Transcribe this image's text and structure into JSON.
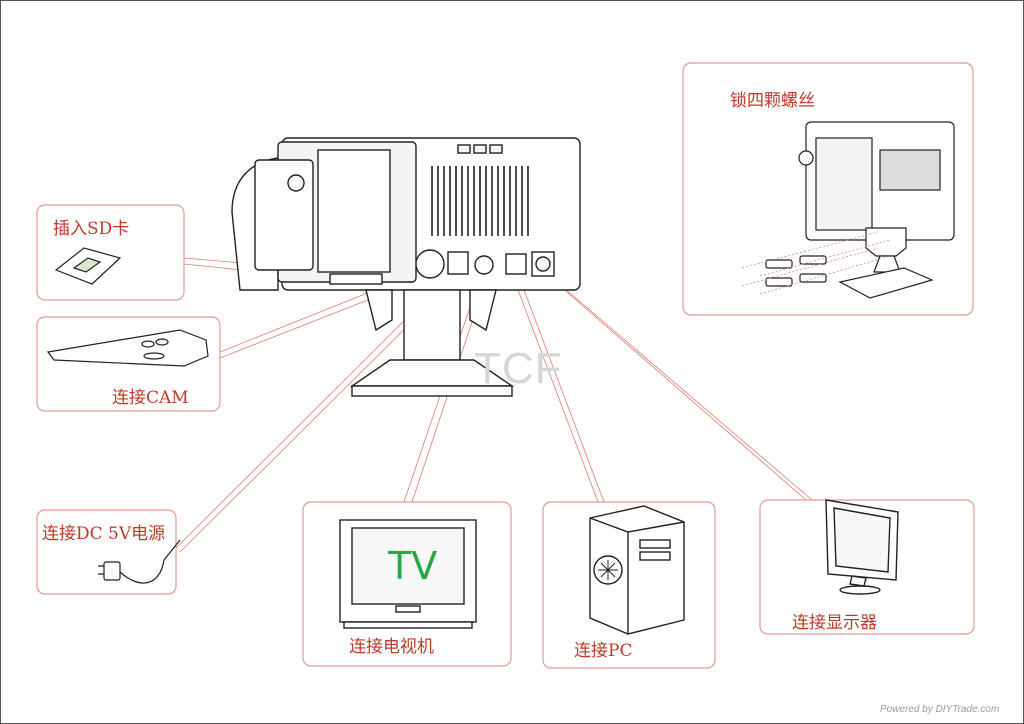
{
  "labels": {
    "sd": "插入SD卡",
    "cam": "连接CAM",
    "dc": "连接DC 5V电源",
    "tv": "连接电视机",
    "pc": "连接PC",
    "monitor": "连接显示器",
    "screws": "锁四颗螺丝"
  },
  "tv_screen_text": "TV",
  "watermark": "TCF",
  "credit": "Powered by DIYTrade.com",
  "colors": {
    "callout": "#c0392b",
    "tv_text": "#27a844",
    "line": "#222222"
  }
}
